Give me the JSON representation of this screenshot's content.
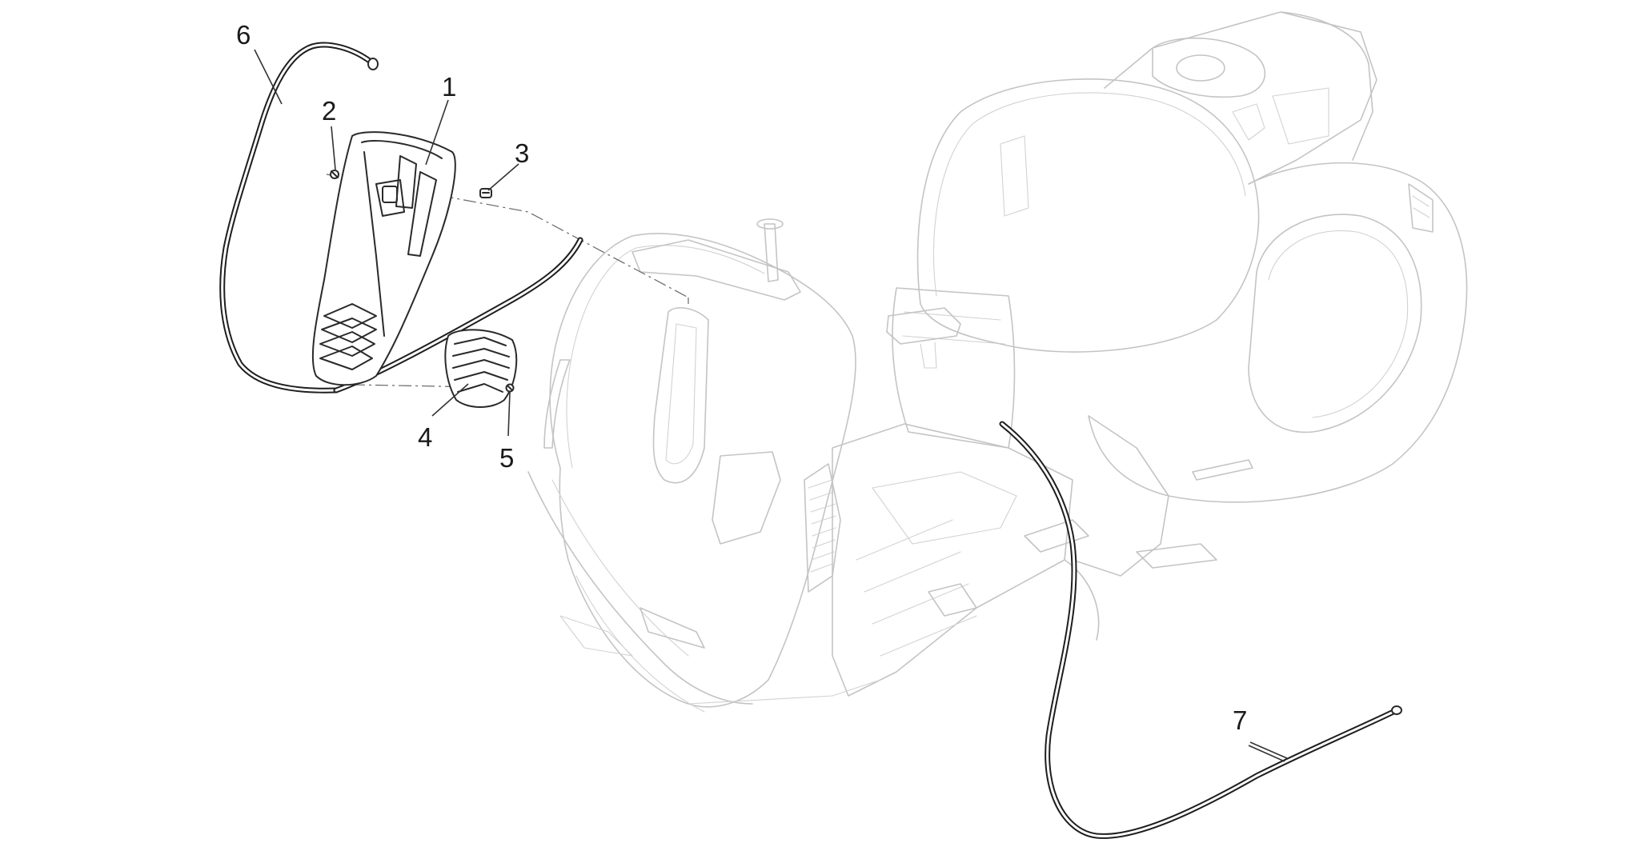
{
  "callouts": [
    {
      "id": "1",
      "label": "1"
    },
    {
      "id": "2",
      "label": "2"
    },
    {
      "id": "3",
      "label": "3"
    },
    {
      "id": "4",
      "label": "4"
    },
    {
      "id": "5",
      "label": "5"
    },
    {
      "id": "6",
      "label": "6"
    },
    {
      "id": "7",
      "label": "7"
    }
  ],
  "colors": {
    "background": "#ffffff",
    "part_line": "#2a2a2a",
    "ghost_line": "#c4c4c4"
  }
}
